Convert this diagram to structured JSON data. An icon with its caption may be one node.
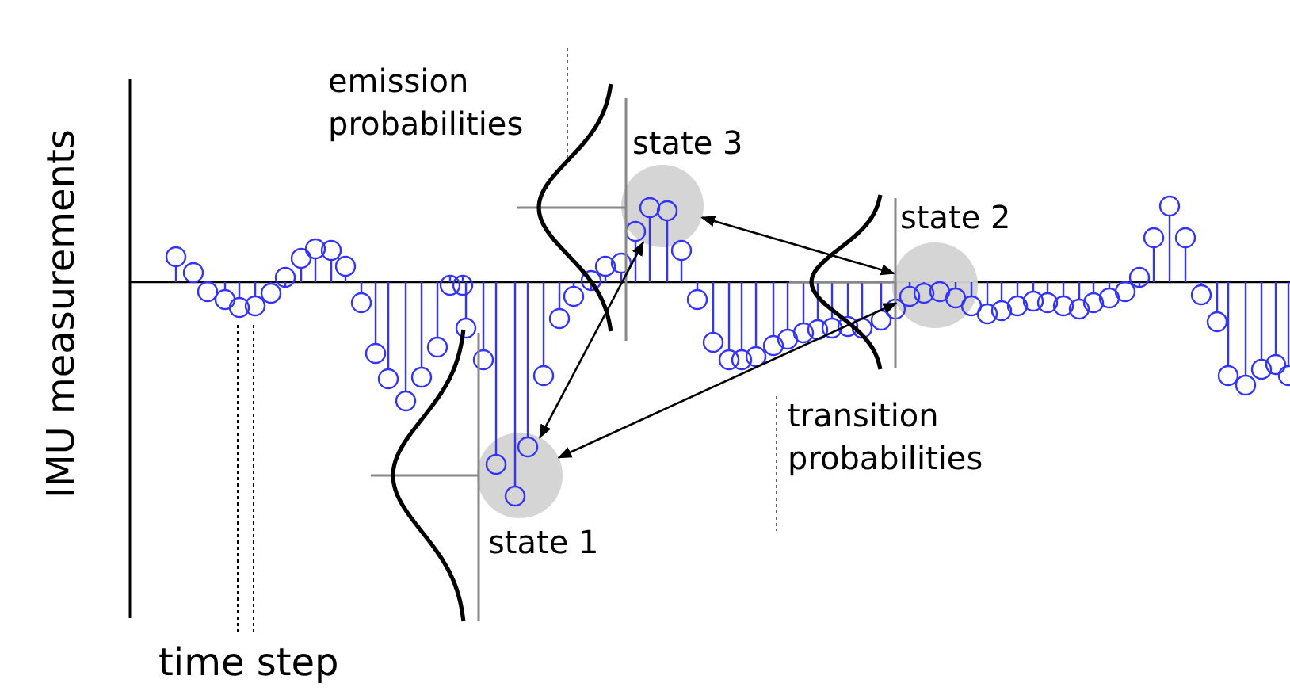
{
  "diagram": {
    "nodes": [
      {
        "text": [],
        "shape": "circle",
        "beside": [
          "state 3"
        ]
      },
      {
        "text": [],
        "shape": "circle",
        "beside": [
          "state 2"
        ]
      },
      {
        "text": [],
        "shape": "circle",
        "beside": [
          "state 1"
        ]
      }
    ],
    "edges": [
      {
        "from": 2,
        "to": 0,
        "arrow": "both"
      },
      {
        "from": 0,
        "to": 1,
        "arrow": "both"
      },
      {
        "from": 2,
        "to": 1,
        "arrow": "both"
      }
    ],
    "labels": [
      "emission probabilities",
      "IMU measurements",
      "transition probabilities",
      "time step"
    ]
  }
}
